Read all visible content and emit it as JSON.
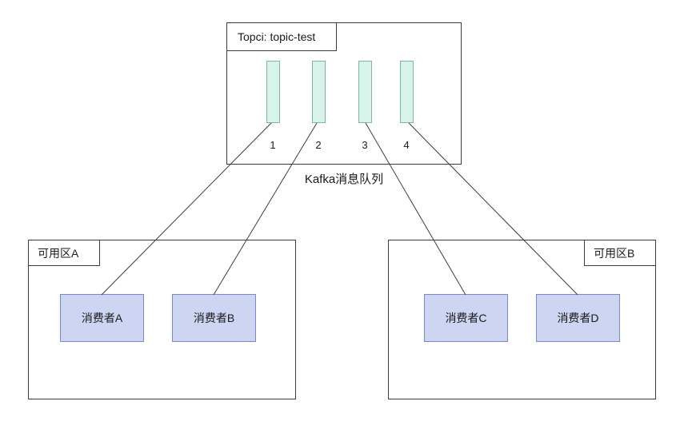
{
  "topic": {
    "title": "Topci: topic-test",
    "caption": "Kafka消息队列",
    "partitions": [
      {
        "label": "1"
      },
      {
        "label": "2"
      },
      {
        "label": "3"
      },
      {
        "label": "4"
      }
    ]
  },
  "zones": [
    {
      "label": "可用区A",
      "consumers": [
        {
          "label": "消费者A"
        },
        {
          "label": "消费者B"
        }
      ]
    },
    {
      "label": "可用区B",
      "consumers": [
        {
          "label": "消费者C"
        },
        {
          "label": "消费者D"
        }
      ]
    }
  ],
  "connections": [
    {
      "from": "partition 1",
      "to": "消费者A"
    },
    {
      "from": "partition 2",
      "to": "消费者B"
    },
    {
      "from": "partition 3",
      "to": "消费者C"
    },
    {
      "from": "partition 4",
      "to": "消费者D"
    }
  ],
  "colors": {
    "partition_fill": "#d7f3ea",
    "partition_border": "#7fb5a8",
    "consumer_fill": "#ccd5f2",
    "consumer_border": "#7c88c4",
    "box_border": "#3c3c3c",
    "line_color": "#3c3c3c",
    "text_color": "#1a1a1a",
    "background": "#ffffff"
  }
}
